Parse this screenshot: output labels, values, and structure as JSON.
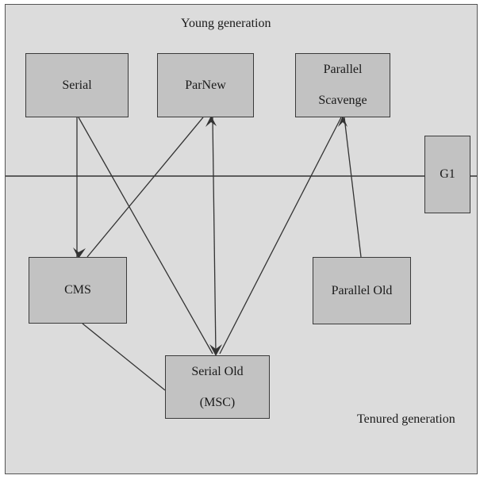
{
  "diagram": {
    "title_young": "Young generation",
    "title_tenured": "Tenured generation",
    "background_color": "#dcdcdc",
    "box_fill_color": "#c2c2c2",
    "box_border_color": "#3a3a3a",
    "line_color": "#333333",
    "young_boxes": [
      {
        "id": "serial",
        "label": "Serial"
      },
      {
        "id": "parnew",
        "label": "ParNew"
      },
      {
        "id": "parallel-scavenge",
        "label_line1": "Parallel",
        "label_line2": "Scavenge"
      }
    ],
    "tenured_boxes": [
      {
        "id": "cms",
        "label": "CMS"
      },
      {
        "id": "serial-old",
        "label_line1": "Serial Old",
        "label_line2": "(MSC)"
      },
      {
        "id": "parallel-old",
        "label": "Parallel Old"
      }
    ],
    "spanning_boxes": [
      {
        "id": "g1",
        "label": "G1"
      }
    ],
    "connections": [
      {
        "from": "serial",
        "to": "cms"
      },
      {
        "from": "serial",
        "to": "serial-old"
      },
      {
        "from": "parnew",
        "to": "cms"
      },
      {
        "from": "parnew",
        "to": "serial-old"
      },
      {
        "from": "parallel-scavenge",
        "to": "serial-old"
      },
      {
        "from": "parallel-scavenge",
        "to": "parallel-old"
      },
      {
        "from": "cms",
        "to": "serial-old"
      }
    ]
  }
}
